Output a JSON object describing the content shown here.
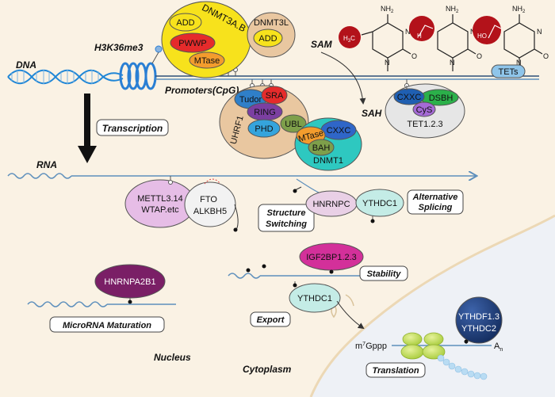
{
  "labels": {
    "dna": "DNA",
    "h3k36me3": "H3K36me3",
    "promoters": "Promoters(CpG)",
    "sam": "SAM",
    "sah": "SAH",
    "transcription": "Transcription",
    "rna": "RNA",
    "structure_switching_1": "Structure",
    "structure_switching_2": "Switching",
    "alternative_splicing_1": "Alternative",
    "alternative_splicing_2": "Splicing",
    "stability": "Stability",
    "export": "Export",
    "microrna_maturation": "MicroRNA Maturation",
    "translation": "Translation",
    "nucleus": "Nucleus",
    "cytoplasm": "Cytoplasm",
    "cap_m": "m",
    "cap_sup": "7",
    "cap_gppp": "Gppp",
    "polya_a": "A",
    "polya_n": "n"
  },
  "proteins": {
    "dnmt3ab": "DNMT3A.B",
    "add": "ADD",
    "pwwp": "PWWP",
    "mtase": "MTase",
    "dnmt3l": "DNMT3L",
    "dnmt3l_add": "ADD",
    "tets": "TETs",
    "cxxc_tet": "CXXC",
    "dsbh": "DSBH",
    "cys": "CyS",
    "tet123": "TET1.2.3",
    "tudor": "Tudor",
    "sra": "SRA",
    "ring": "RING",
    "phd": "PHD",
    "ubl": "UBL",
    "uhrf1": "UHRF1",
    "mtase_d1": "MTase",
    "cxxc_d1": "CXXC",
    "bah": "BAH",
    "dnmt1": "DNMT1",
    "mettl_1": "METTL3.14",
    "mettl_2": "WTAP.etc",
    "fto": "FTO",
    "alkbh5": "ALKBH5",
    "hnrnpc": "HNRNPC",
    "ythdc1_splice": "YTHDC1",
    "igf2bp": "IGF2BP1.2.3",
    "ythdc1_export": "YTHDC1",
    "hnrnpa2b1": "HNRNPA2B1",
    "ythdf_1": "YTHDF1.3",
    "ythdf_2": "YTHDC2"
  },
  "chem": {
    "nh2": "NH",
    "nh2_sub": "2",
    "n": "N",
    "o": "O",
    "h3c": "H",
    "h3c_sub": "3",
    "h3c_c": "C",
    "h": "H",
    "ho": "HO"
  },
  "colors": {
    "nucleus_bg": "#faf2e4",
    "cytoplasm_bg": "#eef1f6",
    "dna_blue": "#1f86d6",
    "strand": "#5d8fbc",
    "chem_red": "#b3121a",
    "dnmt3a_yellow": "#f7e21c",
    "pwwp_red": "#e52b2b",
    "mtase_orange": "#f39c2d",
    "ythdc1_teal": "#c4ece6",
    "hnrnpa2b1_purple": "#7a1f66",
    "igf2bp_magenta": "#d3309a",
    "ythdf_navy": "#1d3d7c"
  }
}
